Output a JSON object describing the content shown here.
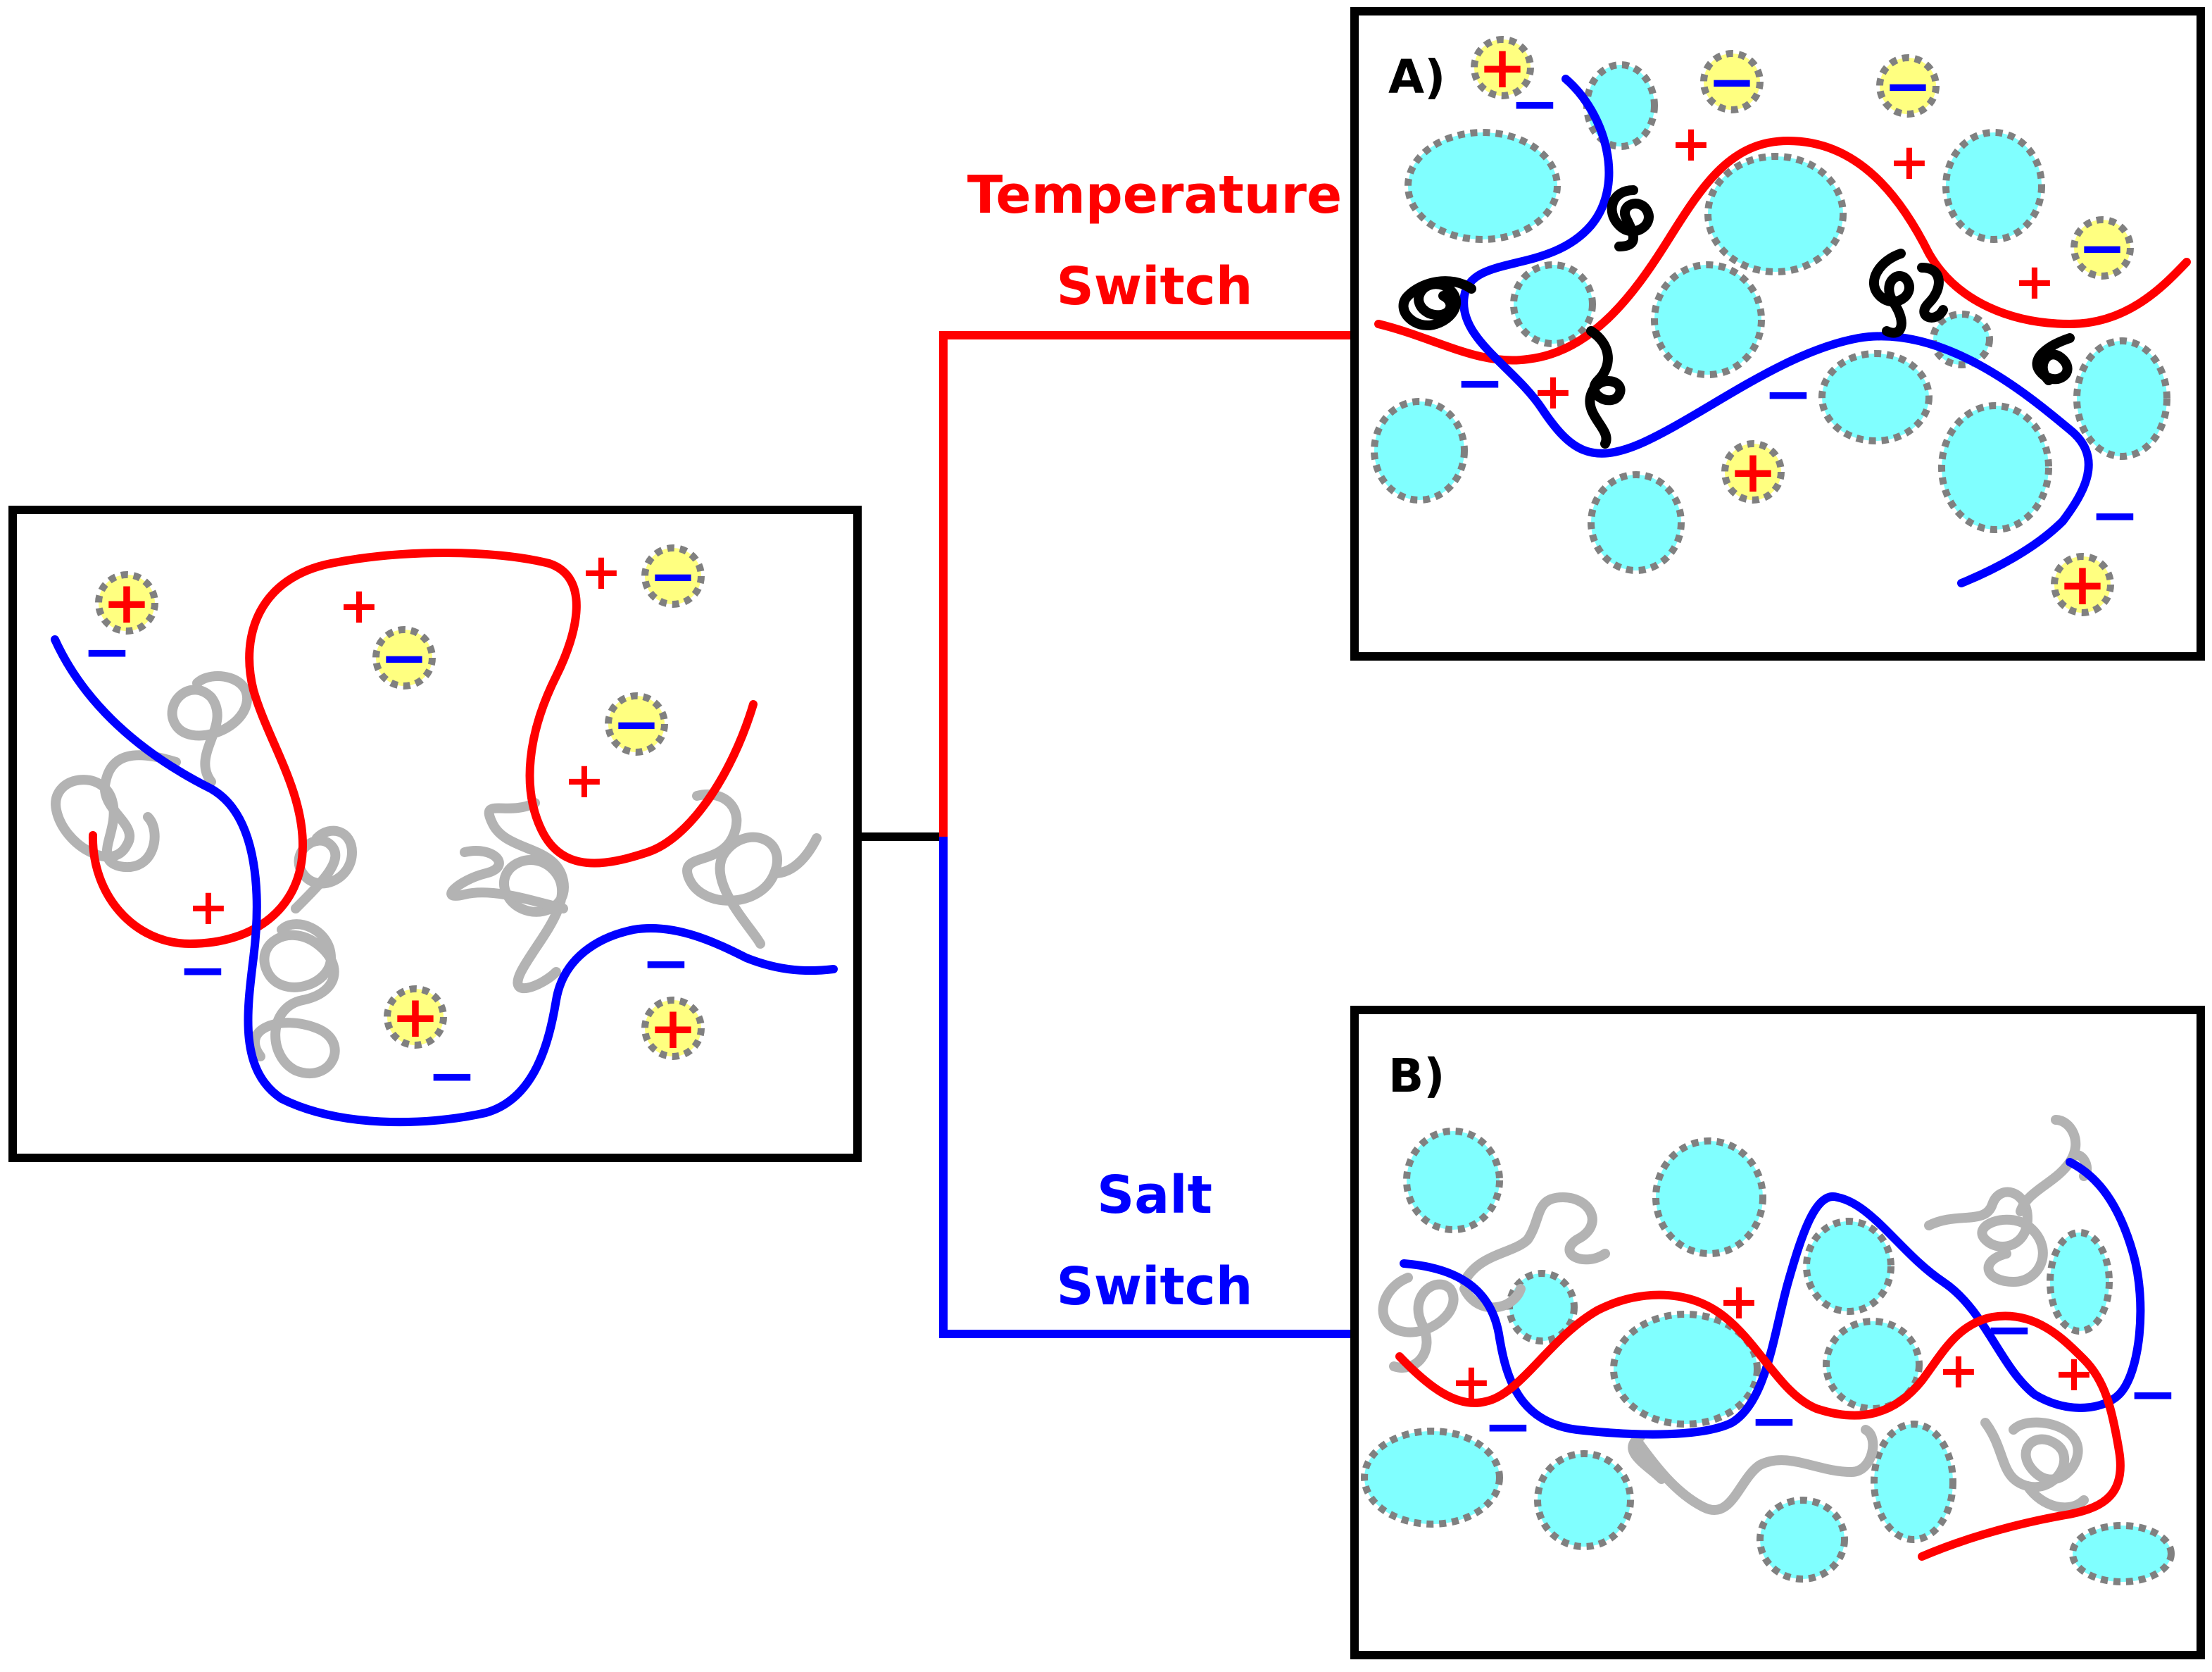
{
  "labels": {
    "temperature_line1": "Temperature",
    "temperature_line2": "Switch",
    "salt_line1": "Salt",
    "salt_line2": "Switch",
    "panel_a": "A)",
    "panel_b": "B)"
  },
  "signs": {
    "plus": "+",
    "minus": "−"
  },
  "colors": {
    "polycation": "#ff0000",
    "polyanion": "#0000ff",
    "neutral_chain": "#b3b3b3",
    "collapsed_chain": "#000000",
    "water_droplet": "#80ffff",
    "counterion": "#ffff80",
    "dotted_border": "#808080",
    "temperature_branch": "#ff0000",
    "salt_branch": "#0000ff"
  }
}
